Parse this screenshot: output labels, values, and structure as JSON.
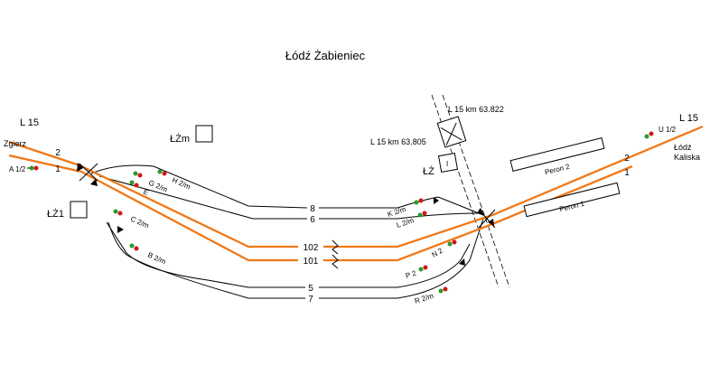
{
  "title": "Łódź Żabieniec",
  "lines": {
    "left_line": "L 15",
    "right_line": "L 15",
    "left_destination": "Zgierz",
    "right_destination_1": "Łódź",
    "right_destination_2": "Kaliska"
  },
  "crossing": {
    "top_label": "L 15   km 63.822",
    "bottom_label": "L 15   km 63.805"
  },
  "posts": {
    "lzm": "ŁŻm",
    "lz1": "ŁŻ1",
    "lz": "ŁŻ"
  },
  "tracks": {
    "left_2": "2",
    "left_1": "1",
    "right_2": "2",
    "right_1": "1",
    "t8": "8",
    "t6": "6",
    "t102": "102",
    "t101": "101",
    "t5": "5",
    "t7": "7"
  },
  "signals": {
    "a": "A 1/2",
    "u": "U 1/2",
    "h": "H 2/m",
    "g": "G 2/m",
    "e": "E",
    "c": "C 2/m",
    "b": "B 2/m",
    "k": "K 2/m",
    "l": "L 2/m",
    "n": "N 2",
    "p": "P 2",
    "r": "R 2/m"
  },
  "platforms": {
    "p2": "Peron 2",
    "p1": "Peron 1"
  },
  "colors": {
    "main_track": "#f07818",
    "track": "#000000",
    "signal_red": "#d01818",
    "signal_green": "#2a9a2a"
  }
}
